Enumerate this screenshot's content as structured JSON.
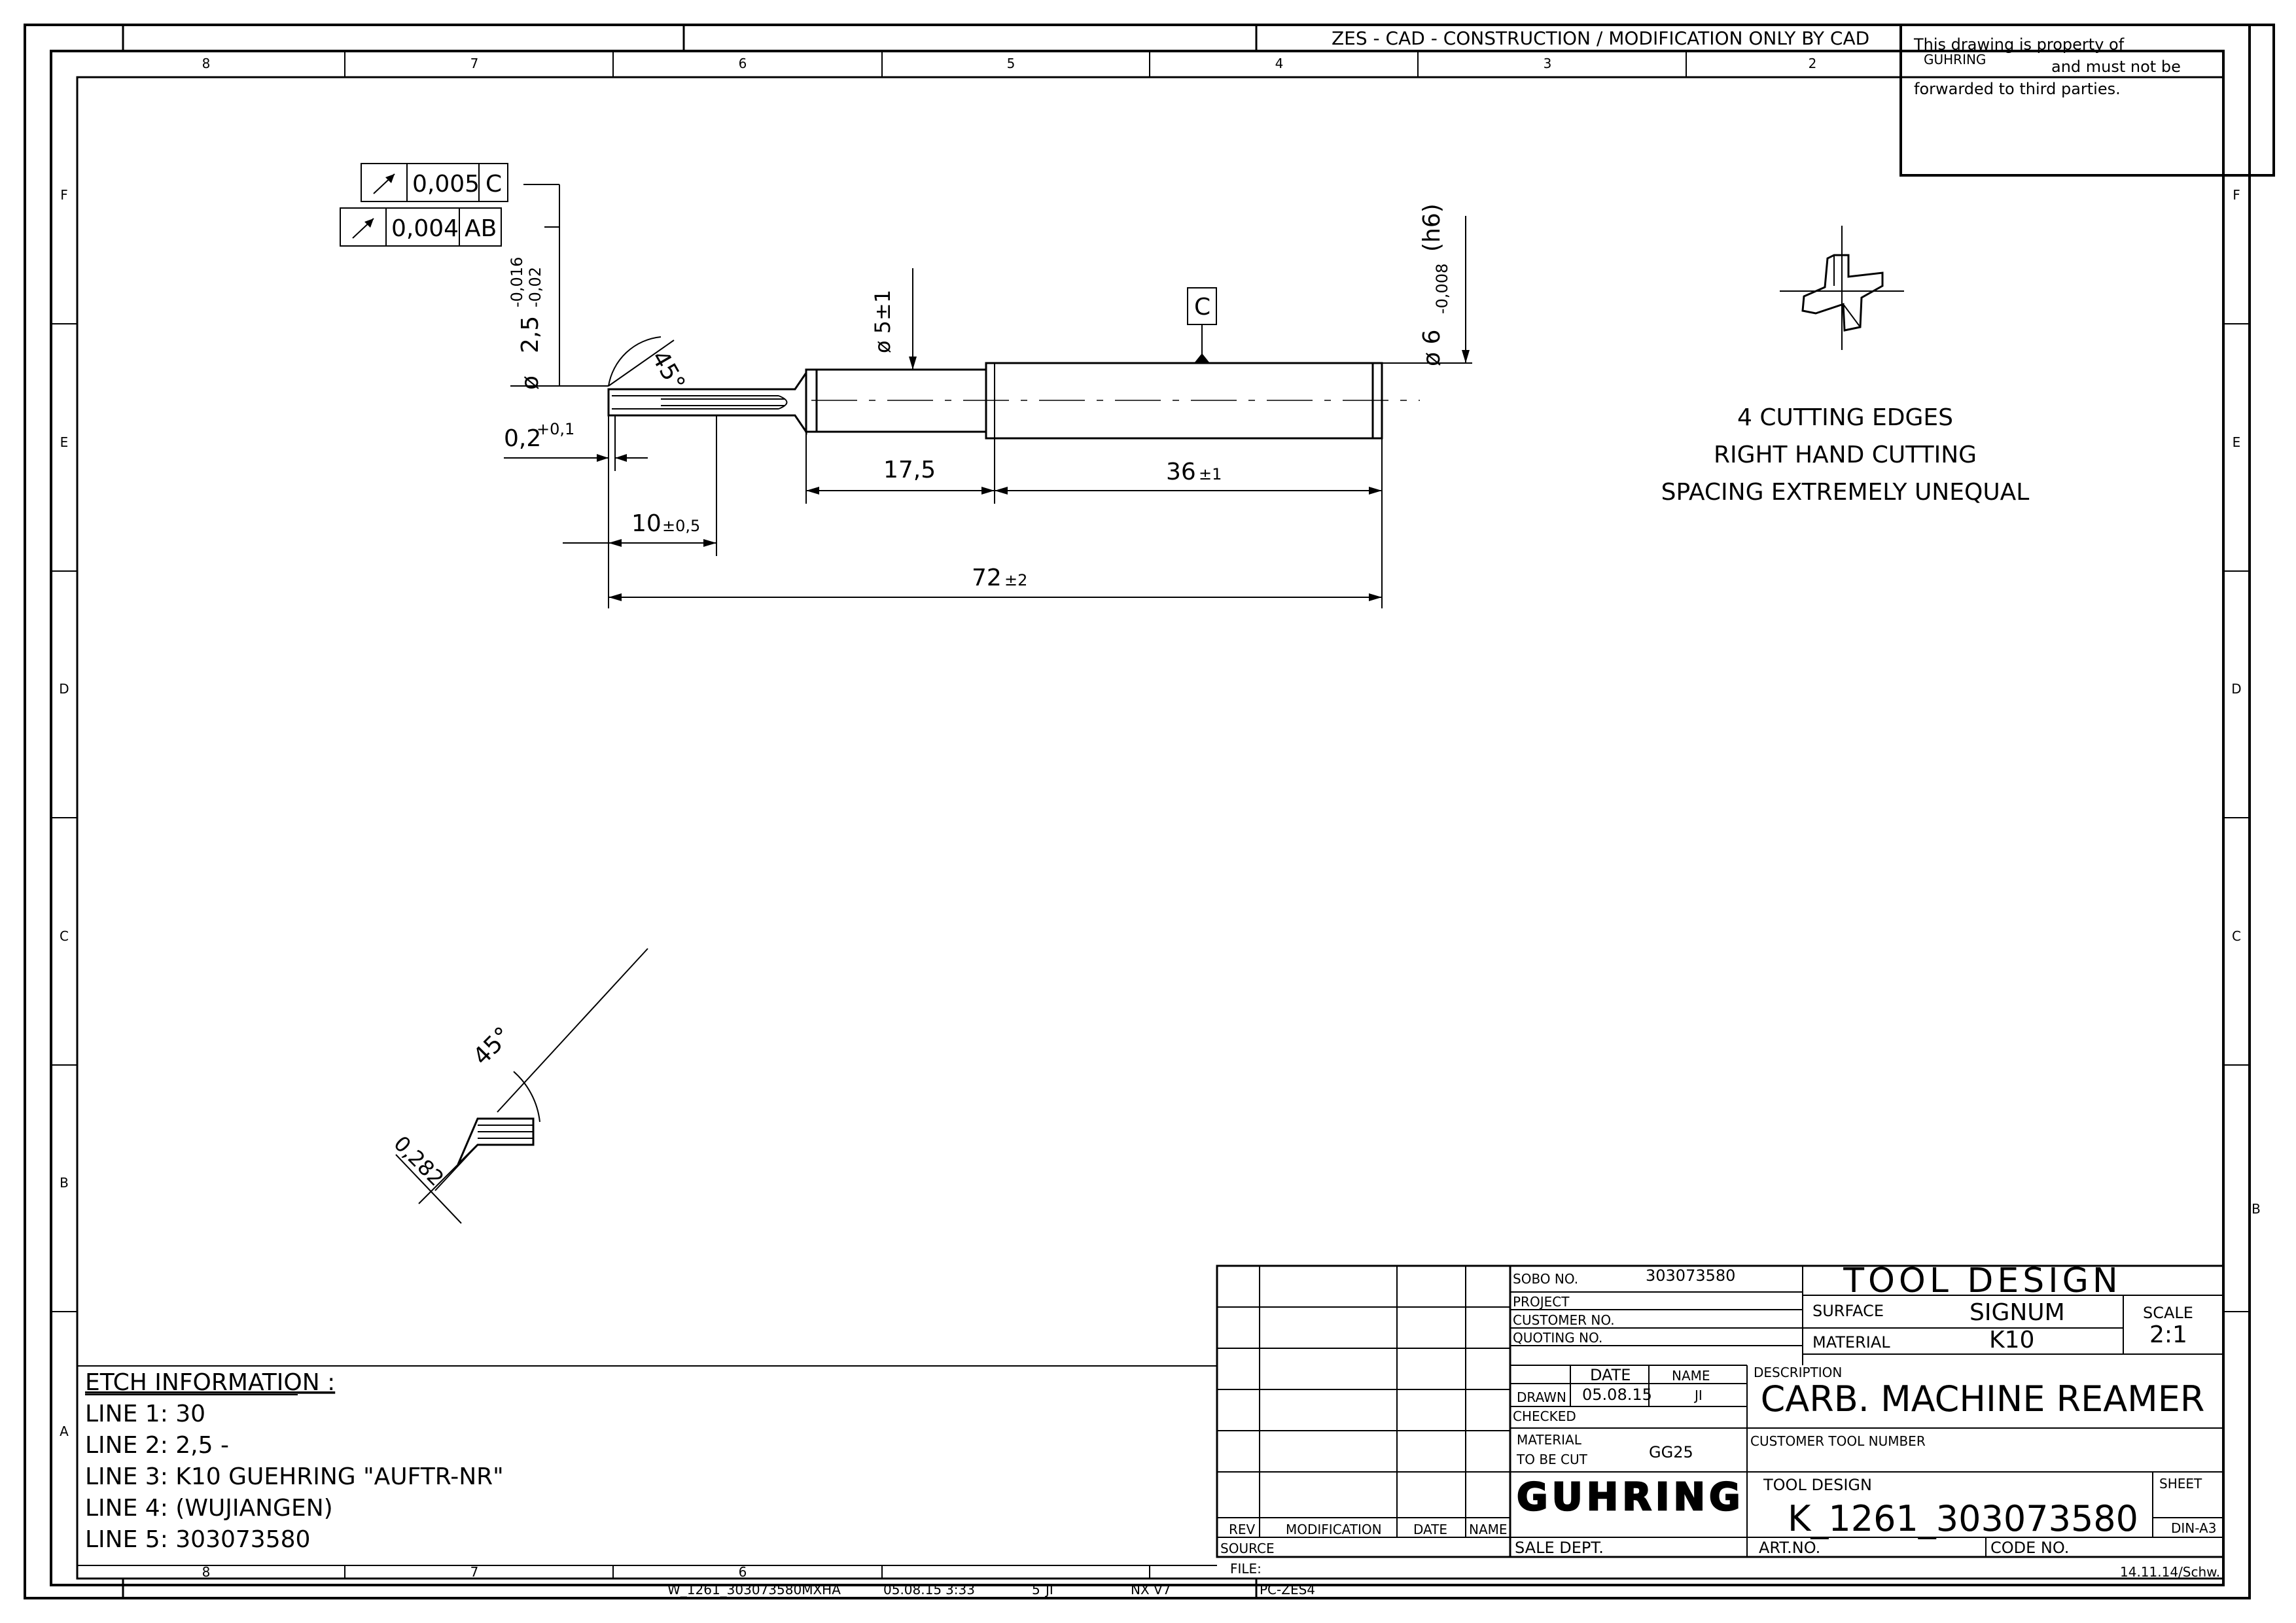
{
  "header_banner": "ZES - CAD - CONSTRUCTION / MODIFICATION ONLY BY CAD",
  "property_notice": {
    "line1": "This drawing is property of",
    "company": "GUHRING",
    "line2": "and must not be",
    "line3": "forwarded to third parties."
  },
  "zones": {
    "columns": [
      "8",
      "7",
      "6",
      "5",
      "4",
      "3",
      "2"
    ],
    "rows": [
      "F",
      "E",
      "D",
      "C",
      "B",
      "A"
    ]
  },
  "feature_frames": [
    {
      "symbol": "runout-icon",
      "value": "0,005",
      "datum": "C"
    },
    {
      "symbol": "runout-icon",
      "value": "0,004",
      "datum": "AB"
    }
  ],
  "dims": {
    "tip_diameter": "2,5",
    "tip_tol_upper": "-0,016",
    "tip_tol_lower": "-0,02",
    "diameter_symbol": "ø",
    "chamfer_angle": "45°",
    "chamfer_len": "0,2",
    "chamfer_tol": "+0,1",
    "neck_diameter": "ø 5±1",
    "datum_c": "C",
    "shank_diameter": "ø 6",
    "shank_tol": "-0,008",
    "shank_fit": "(h6)",
    "neck_length": "17,5",
    "shank_length": "36",
    "shank_length_tol": "±1",
    "flute_length": "10",
    "flute_length_tol": "±0,5",
    "overall_length": "72",
    "overall_length_tol": "±2"
  },
  "detail": {
    "angle": "45°",
    "land": "0,282"
  },
  "notes": [
    "4 CUTTING EDGES",
    "RIGHT HAND CUTTING",
    "SPACING EXTREMELY UNEQUAL"
  ],
  "etch": {
    "heading": "ETCH INFORMATION :",
    "lines": [
      "LINE 1:  30",
      "LINE 2:  2,5 -",
      "LINE 3:  K10 GUEHRING \"AUFTR-NR\"",
      "LINE 4:  (WUJIANGEN)",
      "LINE 5:  303073580"
    ]
  },
  "title_block": {
    "rev_headers": [
      "REV",
      "MODIFICATION",
      "DATE",
      "NAME"
    ],
    "source_label": "SOURCE",
    "file_label": "FILE:",
    "sobo_label": "SOBO NO.",
    "sobo_value": "303073580",
    "project_label": "PROJECT",
    "customer_no_label": "CUSTOMER NO.",
    "quoting_no_label": "QUOTING NO.",
    "date_header": "DATE",
    "name_header": "NAME",
    "drawn_label": "DRAWN",
    "drawn_date": "05.08.15",
    "drawn_name": "JI",
    "checked_label": "CHECKED",
    "material_cut_label1": "MATERIAL",
    "material_cut_label2": "TO BE CUT",
    "material_cut_value": "GG25",
    "logo": "GUHRING",
    "sale_dept_label": "SALE DEPT.",
    "title": "TOOL DESIGN",
    "surface_label": "SURFACE",
    "surface_value": "SIGNUM",
    "material_label": "MATERIAL",
    "material_value": "K10",
    "scale_label": "SCALE",
    "scale_value": "2:1",
    "description_label": "DESCRIPTION",
    "description_value": "CARB. MACHINE REAMER",
    "customer_tool_label": "CUSTOMER TOOL NUMBER",
    "tool_design_label": "TOOL DESIGN",
    "tool_design_value": "K_1261_303073580",
    "sheet_label": "SHEET",
    "sheet_format": "DIN-A3",
    "art_no_label": "ART.NO.",
    "code_no_label": "CODE NO.",
    "template_date": "14.11.14/Schw."
  },
  "footer": {
    "filename": "W_1261_303073580MXHA",
    "date": "05.08.15",
    "time": "3:33",
    "rev": "5",
    "user": "JI",
    "software": "NX V7",
    "station": "PC-ZES4"
  }
}
